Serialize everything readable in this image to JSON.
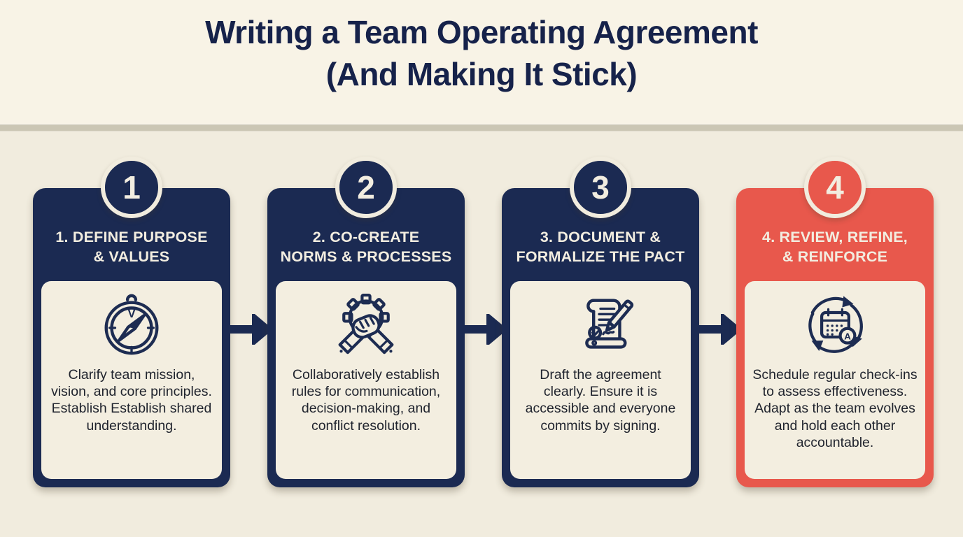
{
  "header": {
    "title_lines": [
      "Writing a Team Operating Agreement",
      "(And Making It Stick)"
    ]
  },
  "colors": {
    "background": "#F1ECDE",
    "title_band_background": "#F8F3E6",
    "navy": "#1B2A52",
    "coral": "#E8584C",
    "panel": "#F3EEE0",
    "divider": "#CBC6B4",
    "title_text": "#16224A",
    "card_title_text": "#F2EDE0",
    "body_text": "#20242E"
  },
  "icon_glyphs": {
    "compass_letter": "V",
    "accountability_letter": "A"
  },
  "steps": [
    {
      "number": "1",
      "title_line1": "1. DEFINE PURPOSE",
      "title_line2": "& VALUES",
      "description": "Clarify team mission, vision, and core principles. Establish Establish shared understanding.",
      "icon": "compass-icon",
      "accent": "#1B2A52"
    },
    {
      "number": "2",
      "title_line1": "2. CO-CREATE",
      "title_line2": "NORMS & PROCESSES",
      "description": "Collaboratively establish rules for communication, decision-making, and conflict resolution.",
      "icon": "handshake-gear-icon",
      "accent": "#1B2A52"
    },
    {
      "number": "3",
      "title_line1": "3. DOCUMENT &",
      "title_line2": "FORMALIZE THE PACT",
      "description": "Draft the agreement clearly. Ensure it is accessible and everyone commits by signing.",
      "icon": "signed-document-icon",
      "accent": "#1B2A52"
    },
    {
      "number": "4",
      "title_line1": "4. REVIEW, REFINE,",
      "title_line2": "& REINFORCE",
      "description": "Schedule regular check-ins to assess effectiveness. Adapt as the team evolves and hold each other accountable.",
      "icon": "review-cycle-icon",
      "accent": "#E8584C"
    }
  ]
}
